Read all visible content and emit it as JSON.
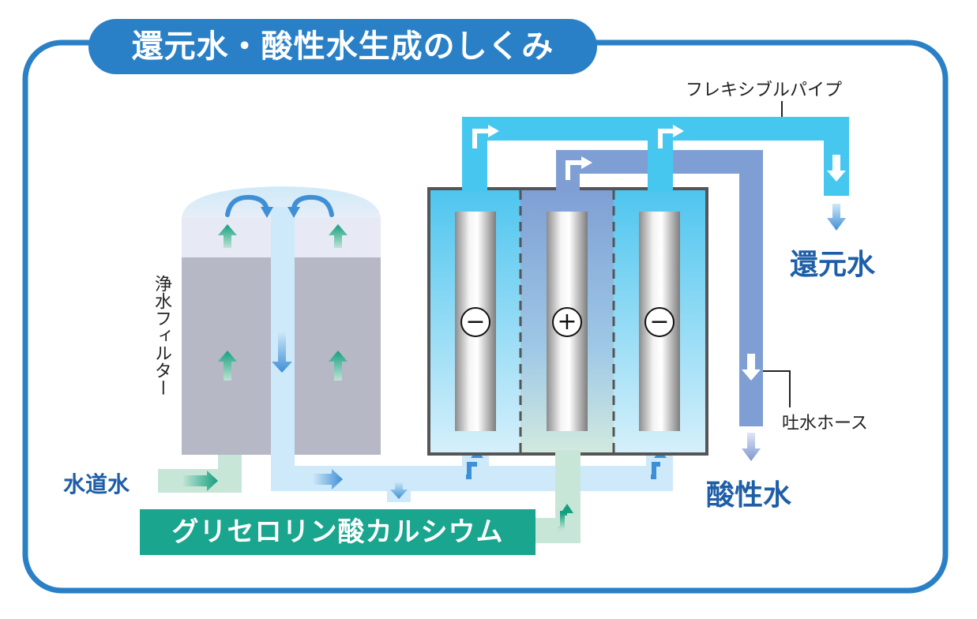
{
  "title": "還元水・酸性水生成のしくみ",
  "labels": {
    "flexible_pipe": "フレキシブルパイプ",
    "reduced_water": "還元水",
    "purifier_filter": "浄水フィルター",
    "discharge_hose": "吐水ホース",
    "tap_water": "水道水",
    "acidic_water": "酸性水",
    "calcium": "グリセロリン酸カルシウム"
  },
  "electrodes": [
    "−",
    "+",
    "−"
  ],
  "colors": {
    "frame": "#2a80c6",
    "pipe_light": "#45c7f0",
    "pipe_purple": "#7f9fd4",
    "pipe_pale": "#cde9fa",
    "pipe_green": "#c7e6d8",
    "calcium_bar": "#1aa58e",
    "text_blue": "#1e5ea8",
    "filter_gray": "#b6b8c5"
  }
}
